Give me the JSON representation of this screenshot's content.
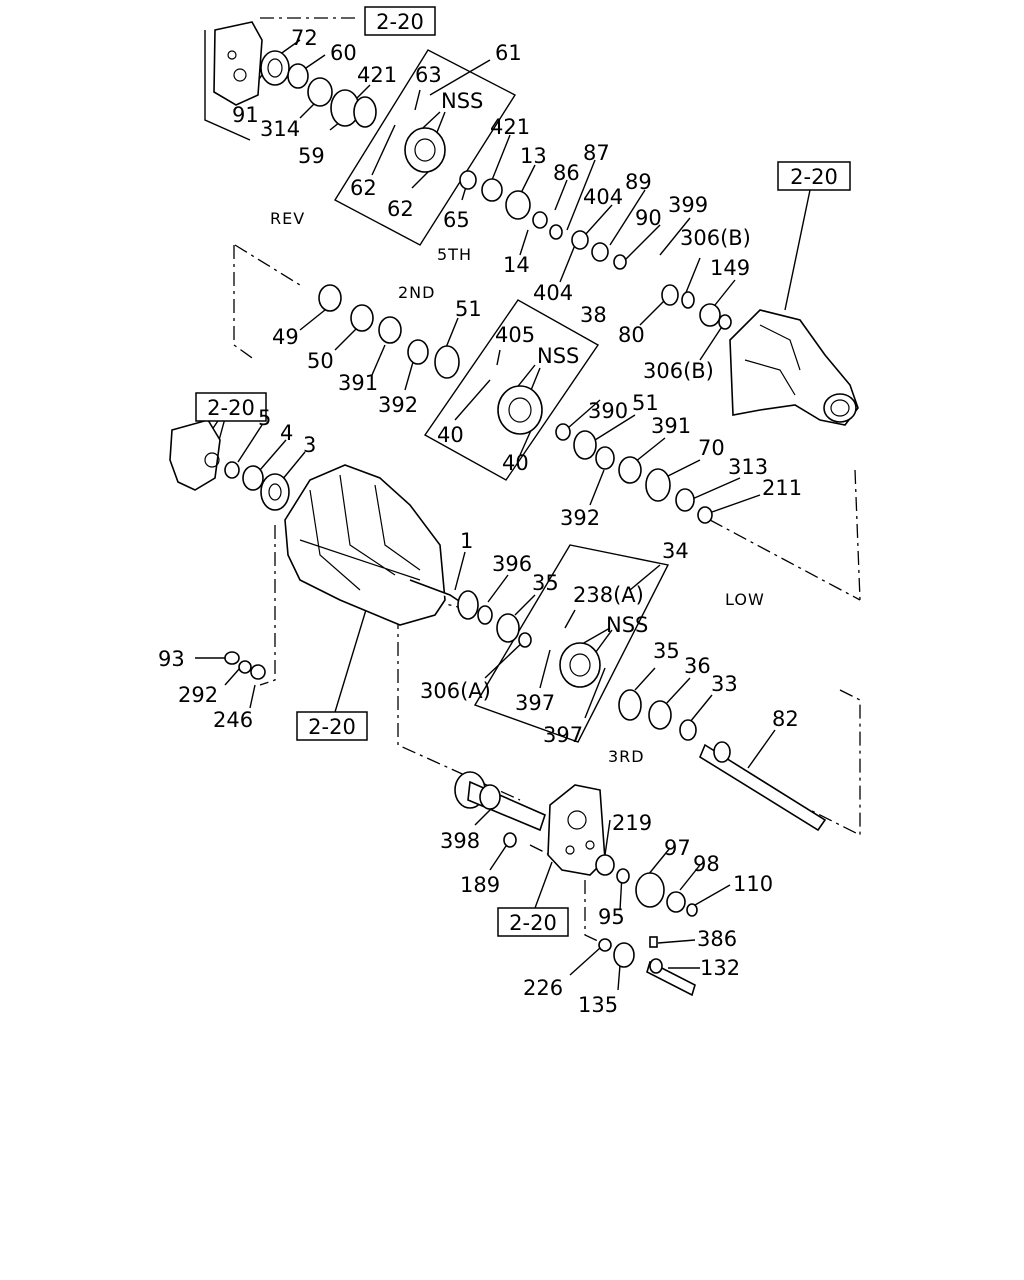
{
  "references": [
    "2-20",
    "2-20",
    "2-20",
    "2-20",
    "2-20"
  ],
  "section_labels": [
    "REV",
    "5TH",
    "2ND",
    "LOW",
    "3RD"
  ],
  "part_numbers": [
    "72",
    "60",
    "61",
    "91",
    "314",
    "421",
    "63",
    "NSS",
    "59",
    "62",
    "62",
    "421",
    "13",
    "87",
    "86",
    "89",
    "65",
    "404",
    "90",
    "399",
    "14",
    "404",
    "306(B)",
    "149",
    "80",
    "306(B)",
    "49",
    "50",
    "391",
    "51",
    "392",
    "405",
    "38",
    "NSS",
    "40",
    "40",
    "390",
    "51",
    "391",
    "70",
    "313",
    "211",
    "392",
    "5",
    "4",
    "3",
    "1",
    "396",
    "35",
    "34",
    "238(A)",
    "NSS",
    "306(A)",
    "397",
    "397",
    "35",
    "36",
    "33",
    "82",
    "93",
    "292",
    "246",
    "219",
    "97",
    "98",
    "110",
    "398",
    "189",
    "95",
    "386",
    "132",
    "226",
    "135"
  ]
}
